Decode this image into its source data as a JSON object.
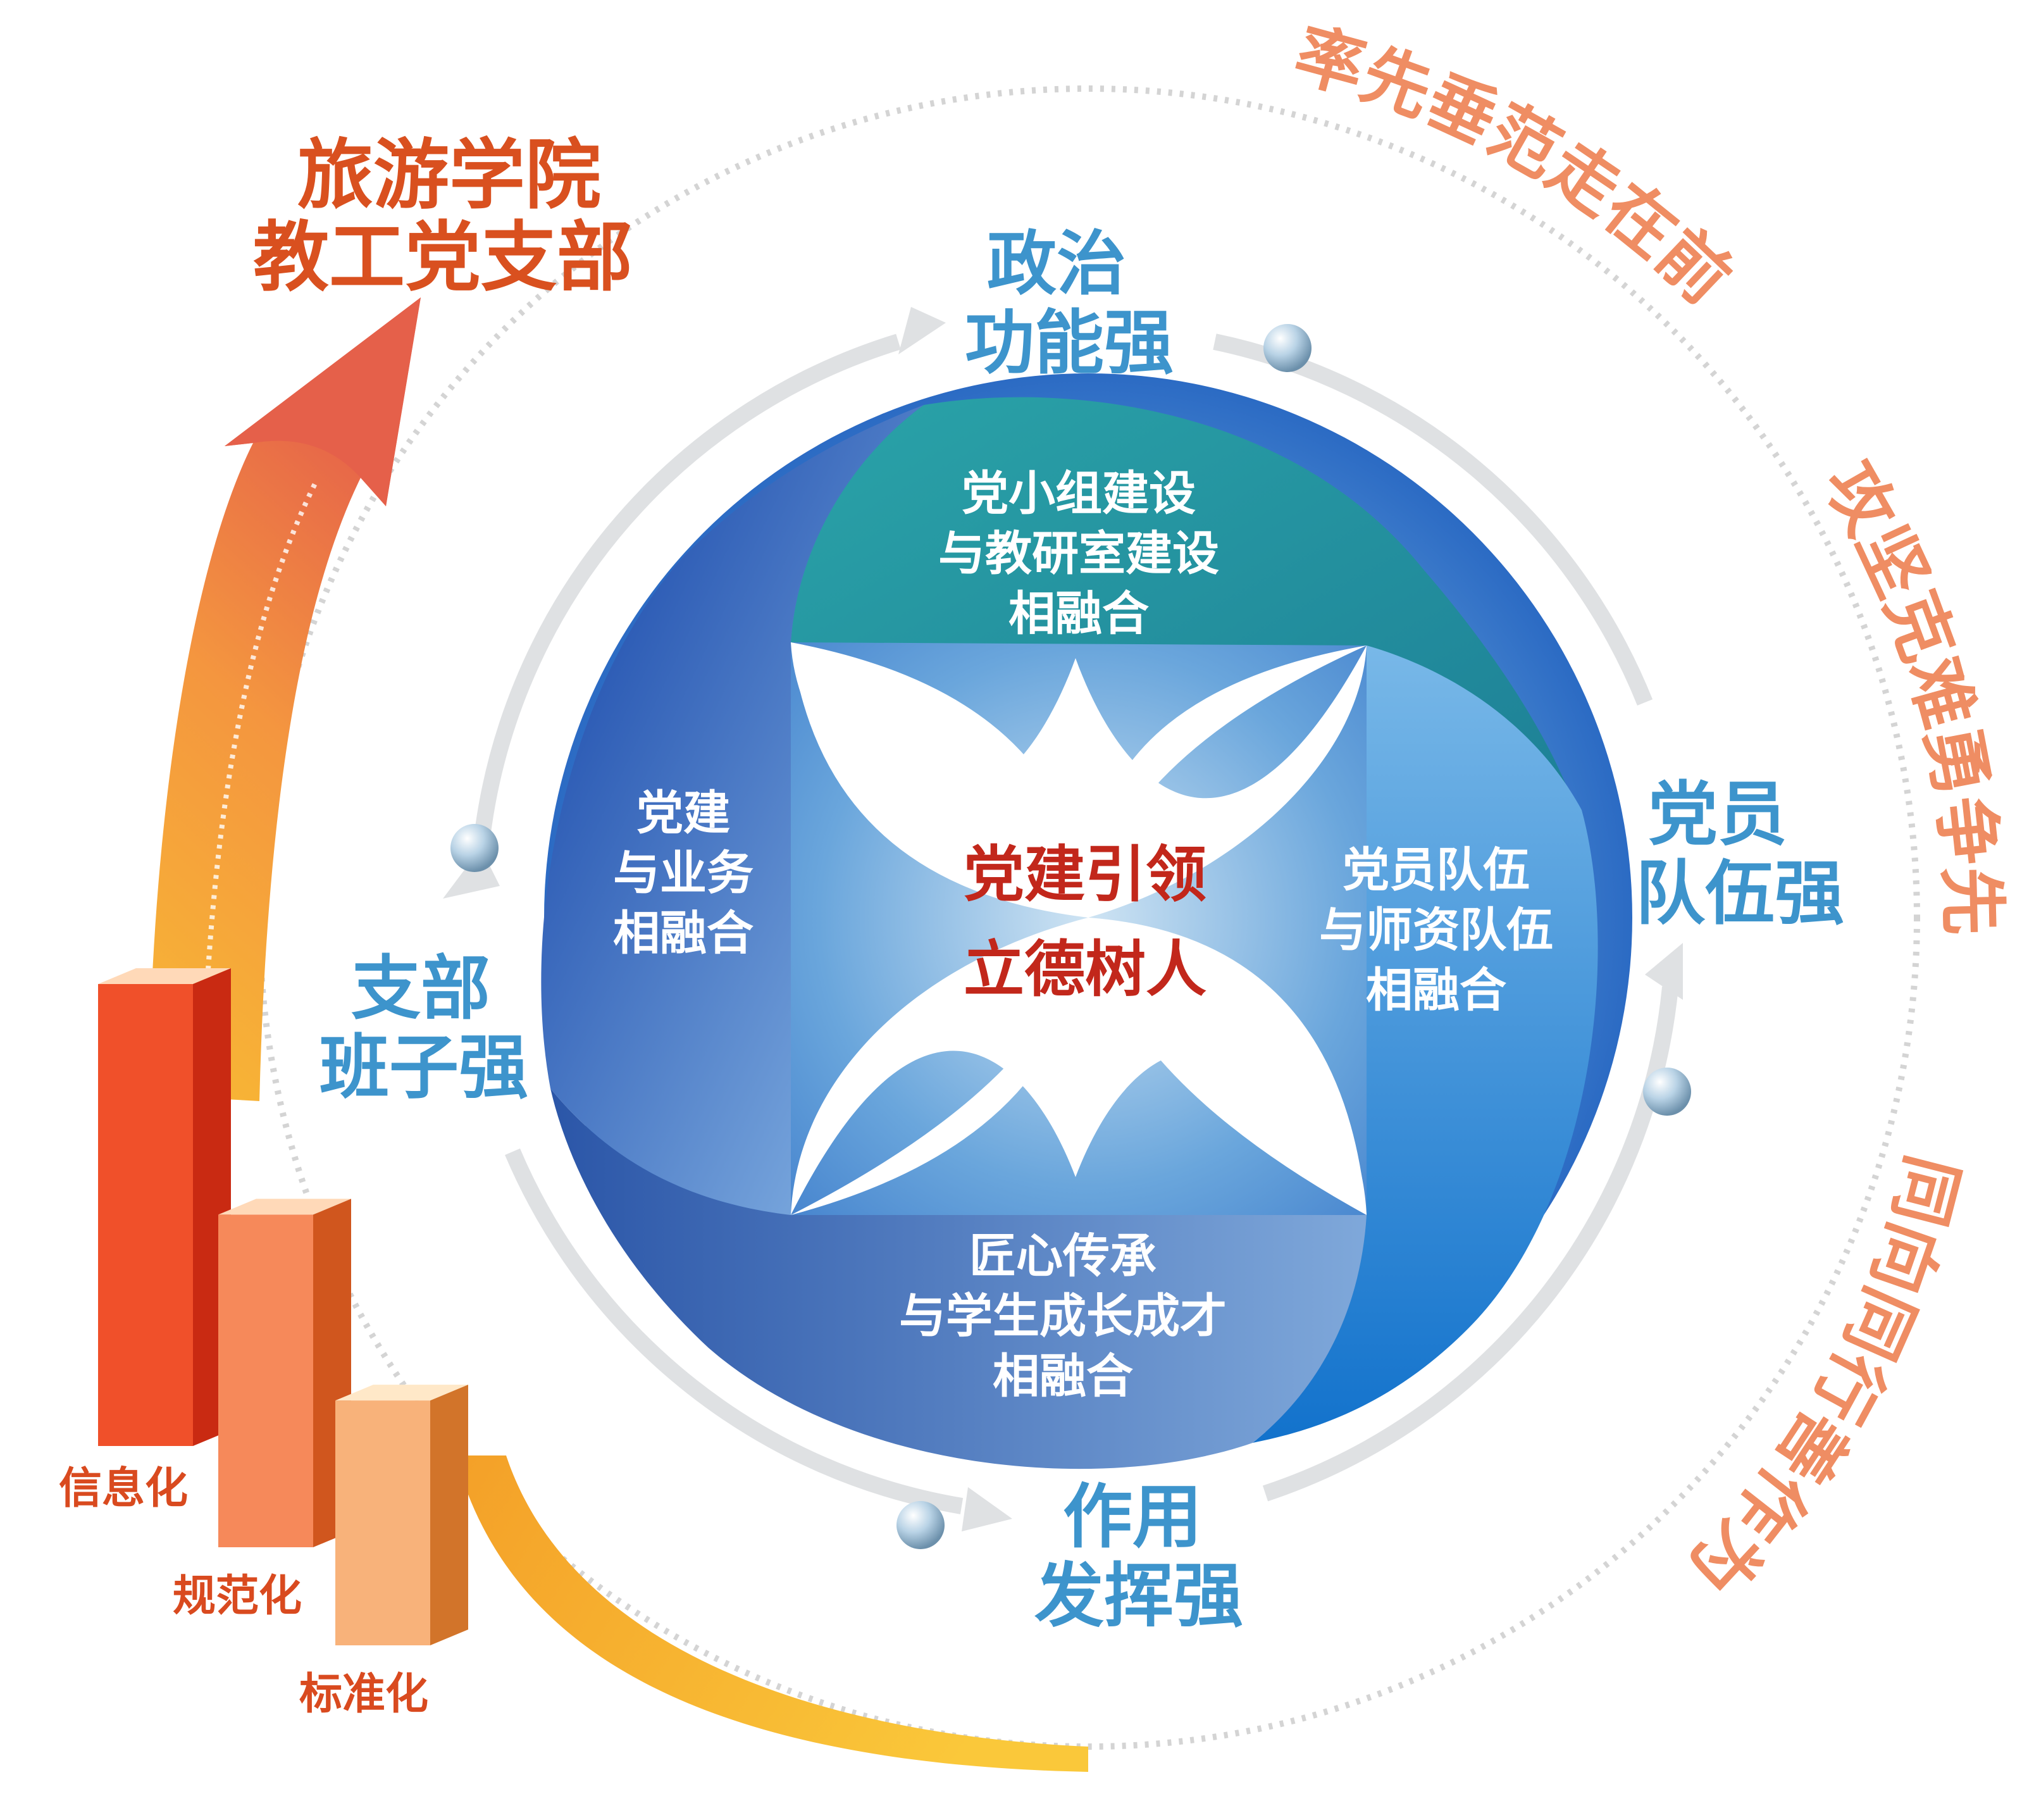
{
  "colors": {
    "title": "#d9501f",
    "dimension": "#3d94cc",
    "center": "#c2271b",
    "slogan": "#ef8d63",
    "petal_white": "#ffffff",
    "petal_top": "#1f8fa3",
    "petal_right": "#1f7fd0",
    "petal_bottom": "#3a62b5",
    "petal_left": "#1f4ab8",
    "bar_red": "#f0502a",
    "bar_orange": "#f6895a",
    "bar_light": "#f8b27a",
    "bar_label": "#d94a1f",
    "ring": "#dfe1e3"
  },
  "title": {
    "line1": "旅游学院",
    "line2": "教工党支部"
  },
  "center": {
    "line1": "党建引领",
    "line2": "立德树人"
  },
  "petals": {
    "top": [
      "党小组建设",
      "与教研室建设",
      "相融合"
    ],
    "right": [
      "党员队伍",
      "与师资队伍",
      "相融合"
    ],
    "bottom": [
      "匠心传承",
      "与学生成长成才",
      "相融合"
    ],
    "left": [
      "党建",
      "与业务",
      "相融合"
    ]
  },
  "dimensions": {
    "top": [
      "政治",
      "功能强"
    ],
    "right": [
      "党员",
      "队伍强"
    ],
    "bottom": [
      "作用",
      "发挥强"
    ],
    "left": [
      "支部",
      "班子强"
    ]
  },
  "slogans": [
    "率先垂范走在前",
    "攻坚克难勇争先",
    "同向同行善作为"
  ],
  "bars": [
    {
      "label": "信息化",
      "level": 1.0
    },
    {
      "label": "规范化",
      "level": 0.72
    },
    {
      "label": "标准化",
      "level": 0.53
    }
  ]
}
